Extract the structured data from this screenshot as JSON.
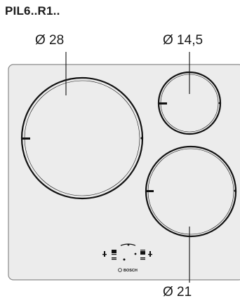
{
  "title": "PIL6..R1..",
  "dimensions": {
    "large_zone": "Ø 28",
    "small_zone": "Ø 14,5",
    "medium_zone": "Ø 21"
  },
  "brand": "BOSCH",
  "colors": {
    "hob_surface": "#ececec",
    "hob_border": "#8a8a8a",
    "zone_ring": "#111111"
  }
}
